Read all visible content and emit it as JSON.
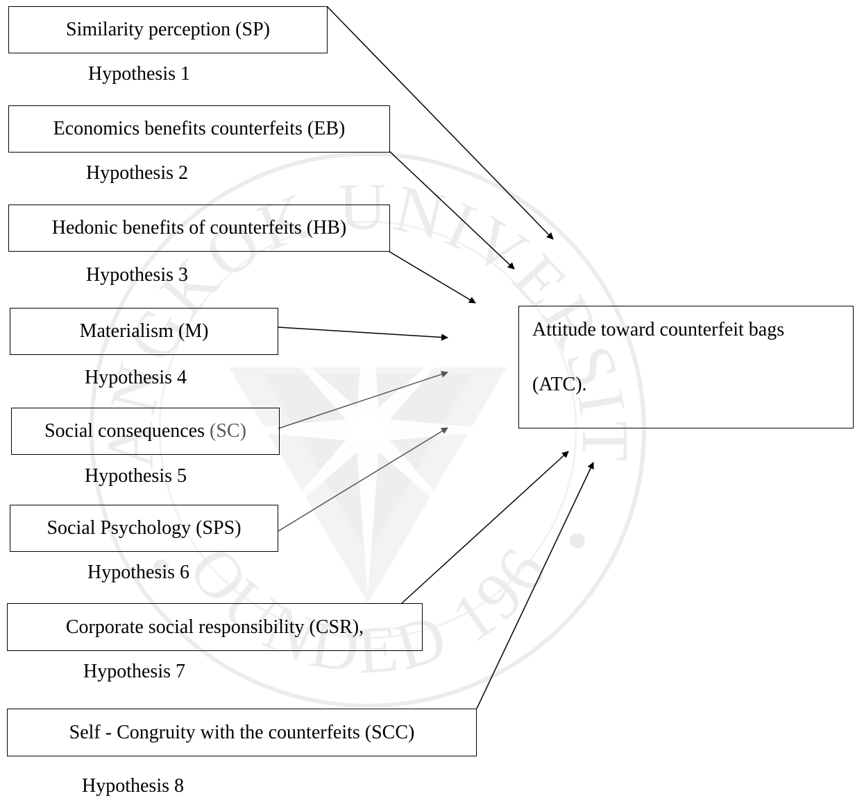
{
  "diagram": {
    "independent_variables": [
      {
        "label": "Similarity perception (SP)",
        "hypothesis": "Hypothesis 1"
      },
      {
        "label": "Economics benefits counterfeits (EB)",
        "hypothesis": "Hypothesis 2"
      },
      {
        "label": "Hedonic benefits of counterfeits (HB)",
        "hypothesis": "Hypothesis 3"
      },
      {
        "label": "Materialism (M)",
        "hypothesis": "Hypothesis 4"
      },
      {
        "label_main": "Social consequences ",
        "label_abbr": "(SC)",
        "hypothesis": "Hypothesis 5"
      },
      {
        "label": "Social Psychology (SPS)",
        "hypothesis": "Hypothesis 6"
      },
      {
        "label": "Corporate social responsibility (CSR),",
        "hypothesis": "Hypothesis 7"
      },
      {
        "label": "Self - Congruity with the counterfeits (SCC)",
        "hypothesis": "Hypothesis 8"
      }
    ],
    "dependent_variable": {
      "line1": "Attitude toward counterfeit bags",
      "line2": "(ATC)."
    },
    "watermark": {
      "text_top": "BANGKOK UNIVERSITY",
      "text_bottom": "FOUNDED 1962"
    }
  }
}
